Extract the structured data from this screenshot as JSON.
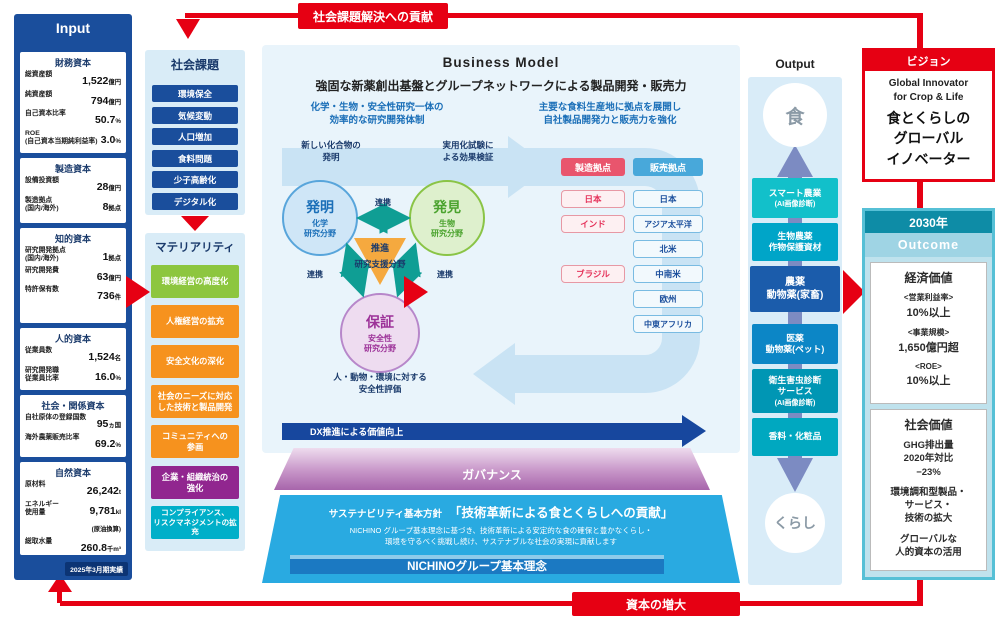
{
  "accent": {
    "red": "#e60013",
    "navy": "#1a4e9c",
    "light_blue_panel": "#d9ecf7",
    "loop_blue": "#c9e3f4",
    "teal_link": "#0f9e94"
  },
  "banners": {
    "top": "社会課題解決への貢献",
    "bottom": "資本の増大"
  },
  "input": {
    "title": "Input",
    "footer": "2025年3月期実績",
    "cards": [
      {
        "title": "財務資本",
        "rows": [
          {
            "label": "総資産額",
            "value": "1,522",
            "unit": "億円"
          },
          {
            "label": "純資産額",
            "value": "794",
            "unit": "億円"
          },
          {
            "label": "自己資本比率",
            "value": "50.7",
            "unit": "%"
          },
          {
            "label": "ROE\n(自己資本当期純利益率)",
            "value": "3.0",
            "unit": "%"
          }
        ]
      },
      {
        "title": "製造資本",
        "rows": [
          {
            "label": "設備投資額",
            "value": "28",
            "unit": "億円"
          },
          {
            "label": "製造拠点\n(国内/海外)",
            "value": "8",
            "unit": "拠点"
          }
        ]
      },
      {
        "title": "知的資本",
        "rows": [
          {
            "label": "研究開発拠点\n(国内/海外)",
            "value": "1",
            "unit": "拠点"
          },
          {
            "label": "研究開発費",
            "value": "63",
            "unit": "億円"
          },
          {
            "label": "特許保有数",
            "value": "736",
            "unit": "件"
          }
        ]
      },
      {
        "title": "人的資本",
        "rows": [
          {
            "label": "従業員数",
            "value": "1,524",
            "unit": "名"
          },
          {
            "label": "研究開発職\n従業員比率",
            "value": "16.0",
            "unit": "%"
          }
        ]
      },
      {
        "title": "社会・関係資本",
        "rows": [
          {
            "label": "自社原体の登録国数",
            "value": "95",
            "unit": "ヵ国"
          },
          {
            "label": "海外農薬販売比率",
            "value": "69.2",
            "unit": "%"
          }
        ]
      },
      {
        "title": "自然資本",
        "rows": [
          {
            "label": "原材料",
            "value": "26,242",
            "unit": "t"
          },
          {
            "label": "エネルギー\n使用量",
            "value": "9,781",
            "unit": "kl\n(原油換算)"
          },
          {
            "label": "総取水量",
            "value": "260.8",
            "unit": "千m³"
          }
        ]
      }
    ]
  },
  "issues": {
    "title": "社会課題",
    "items": [
      "環境保全",
      "気候変動",
      "人口増加",
      "食料問題",
      "少子高齢化",
      "デジタル化"
    ]
  },
  "materiality": {
    "title": "マテリアリティ",
    "items": [
      {
        "label": "環境経営の高度化",
        "color": "#8dc63f"
      },
      {
        "label": "人権経営の拡充",
        "color": "#f6921e"
      },
      {
        "label": "安全文化の深化",
        "color": "#f6921e"
      },
      {
        "label": "社会のニーズに対応\nした技術と製品開発",
        "color": "#f6921e"
      },
      {
        "label": "コミュニティへの\n参画",
        "color": "#f6921e"
      },
      {
        "label": "企業・組織統治の\n強化",
        "color": "#91268f"
      },
      {
        "label": "コンプライアンス、\nリスクマネジメントの拡充",
        "color": "#00afc9"
      }
    ]
  },
  "business_model": {
    "title": "Business Model",
    "subtitle": "強固な新薬創出基盤とグループネットワークによる製品開発・販売力",
    "left_heading": "化学・生物・安全性研究一体の\n効率的な研究開発体制",
    "right_heading": "主要な食料生産地に拠点を展開し\n自社製品開発力と販売力を強化",
    "research": {
      "invention": {
        "name": "発明",
        "field": "化学\n研究分野",
        "note": "新しい化合物の\n発明"
      },
      "discovery": {
        "name": "発見",
        "field": "生物\n研究分野",
        "note": "実用化試験に\nよる効果検証"
      },
      "assurance": {
        "name": "保証",
        "field": "安全性\n研究分野",
        "note": "人・動物・環境に対する\n安全性評価"
      },
      "promotion": {
        "name": "推進",
        "field": "研究支援分野"
      },
      "link_label": "連携"
    },
    "manufacturing": {
      "title": "製造拠点",
      "items": [
        "日本",
        "インド",
        "ブラジル"
      ]
    },
    "sales": {
      "title": "販売拠点",
      "items": [
        "日本",
        "アジア太平洋",
        "北米",
        "中南米",
        "欧州",
        "中東アフリカ"
      ]
    },
    "dx_label": "DX推進による価値向上",
    "governance": "ガバナンス",
    "sustainability": {
      "label": "サステナビリティ基本方針",
      "policy": "「技術革新による食とくらしへの貢献」",
      "body": "NICHINO グループ基本理念に基づき、技術革新による安定的な食の確保と豊かなくらし・\n環境を守るべく挑戦し続け、サステナブルな社会の実現に貢献します",
      "foundation": "NICHINOグループ基本理念"
    }
  },
  "output": {
    "title": "Output",
    "top_circle": "食",
    "bottom_circle": "くらし",
    "items": [
      {
        "label": "スマート農業",
        "sub": "(AI画像診断)",
        "color": "#12c0ca"
      },
      {
        "label": "生物農薬\n作物保護資材",
        "sub": "",
        "color": "#00a5c8"
      },
      {
        "label": "農薬\n動物薬(家畜)",
        "sub": "",
        "color": "#1b5cab"
      },
      {
        "label": "医薬\n動物薬(ペット)",
        "sub": "",
        "color": "#0c86c6"
      },
      {
        "label": "衛生害虫診断\nサービス",
        "sub": "(AI画像診断)",
        "color": "#0096b4"
      },
      {
        "label": "香料・化粧品",
        "sub": "",
        "color": "#00a8c0"
      }
    ]
  },
  "vision": {
    "title": "ビジョン",
    "en": "Global Innovator\nfor Crop & Life",
    "ja": "食とくらしの\nグローバル\nイノベーター"
  },
  "outcome": {
    "year": "2030年",
    "title": "Outcome",
    "economic": {
      "title": "経済価値",
      "metrics": [
        {
          "label": "<営業利益率>",
          "value": "10%以上"
        },
        {
          "label": "<事業規模>",
          "value": "1,650億円超"
        },
        {
          "label": "<ROE>",
          "value": "10%以上"
        }
      ]
    },
    "social": {
      "title": "社会価値",
      "items": [
        "GHG排出量\n2020年対比\n−23%",
        "環境調和型製品・\nサービス・\n技術の拡大",
        "グローバルな\n人的資本の活用"
      ]
    }
  }
}
